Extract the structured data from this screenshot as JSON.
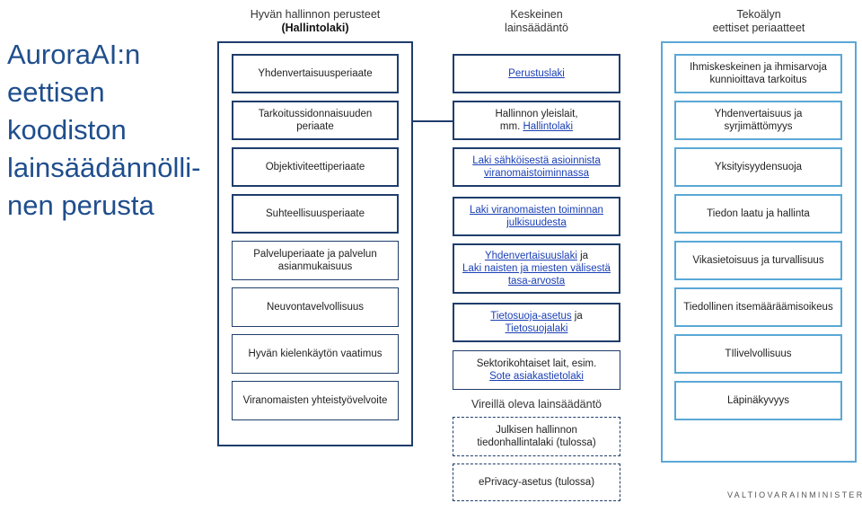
{
  "slide": {
    "title_lines": [
      "AuroraAI:n",
      "eettisen",
      "koodiston",
      "lainsäädännölli-",
      "nen perusta"
    ]
  },
  "columns": {
    "left": {
      "heading_line1": "Hyvän hallinnon perusteet",
      "heading_line2": "(Hallintolaki)",
      "items": [
        "Yhdenvertaisuusperiaate",
        "Tarkoitussidonnaisuuden periaate",
        "Objektiviteettiperiaate",
        "Suhteellisuusperiaate",
        "Palveluperiaate ja palvelun asianmukaisuus",
        "Neuvontavelvollisuus",
        "Hyvän kielenkäytön vaatimus",
        "Viranomaisten yhteistyövelvoite"
      ]
    },
    "middle": {
      "heading_line1": "Keskeinen",
      "heading_line2": "lainsäädäntö",
      "items": {
        "perustuslaki": "Perustuslaki",
        "hallinto_prefix": "Hallinnon yleislait,",
        "hallinto_mm": "mm.",
        "hallinto_link": "Hallintolaki",
        "sahkoinen": "Laki sähköisestä asioinnista viranomaistoiminnassa",
        "julkisuus": "Laki viranomaisten toiminnan julkisuudesta",
        "yhdenvertaisuuslaki": "Yhdenvertaisuuslaki",
        "ja": "ja",
        "tasa_arvo": "Laki naisten ja miesten välisestä tasa-arvosta",
        "tietosuoja_asetus": "Tietosuoja-asetus",
        "tietosuojalaki": "Tietosuojalaki",
        "sektori_prefix": "Sektorikohtaiset lait, esim.",
        "sote_link": "Sote asiakastietolaki"
      },
      "pending_label": "Vireillä oleva lainsäädäntö",
      "pending_items": [
        "Julkisen hallinnon tiedonhallintalaki (tulossa)",
        "ePrivacy-asetus (tulossa)"
      ]
    },
    "right": {
      "heading_line1": "Tekoälyn",
      "heading_line2": "eettiset periaatteet",
      "items": [
        "Ihmiskeskeinen ja ihmisarvoja kunnioittava tarkoitus",
        "Yhdenvertaisuus ja syrjimättömyys",
        "Yksityisyydensuoja",
        "Tiedon laatu ja hallinta",
        "Vikasietoisuus ja turvallisuus",
        "Tiedollinen itsemääräämisoikeus",
        "TIlivelvollisuus",
        "Läpinäkyvyys"
      ]
    }
  },
  "footer": {
    "logo_text": "VALTIOVARAINMINISTERIÖ"
  },
  "colors": {
    "title": "#1f4e8c",
    "left_border": "#1f3d6b",
    "right_border": "#5aa8d6",
    "link": "#1a3fb5"
  }
}
